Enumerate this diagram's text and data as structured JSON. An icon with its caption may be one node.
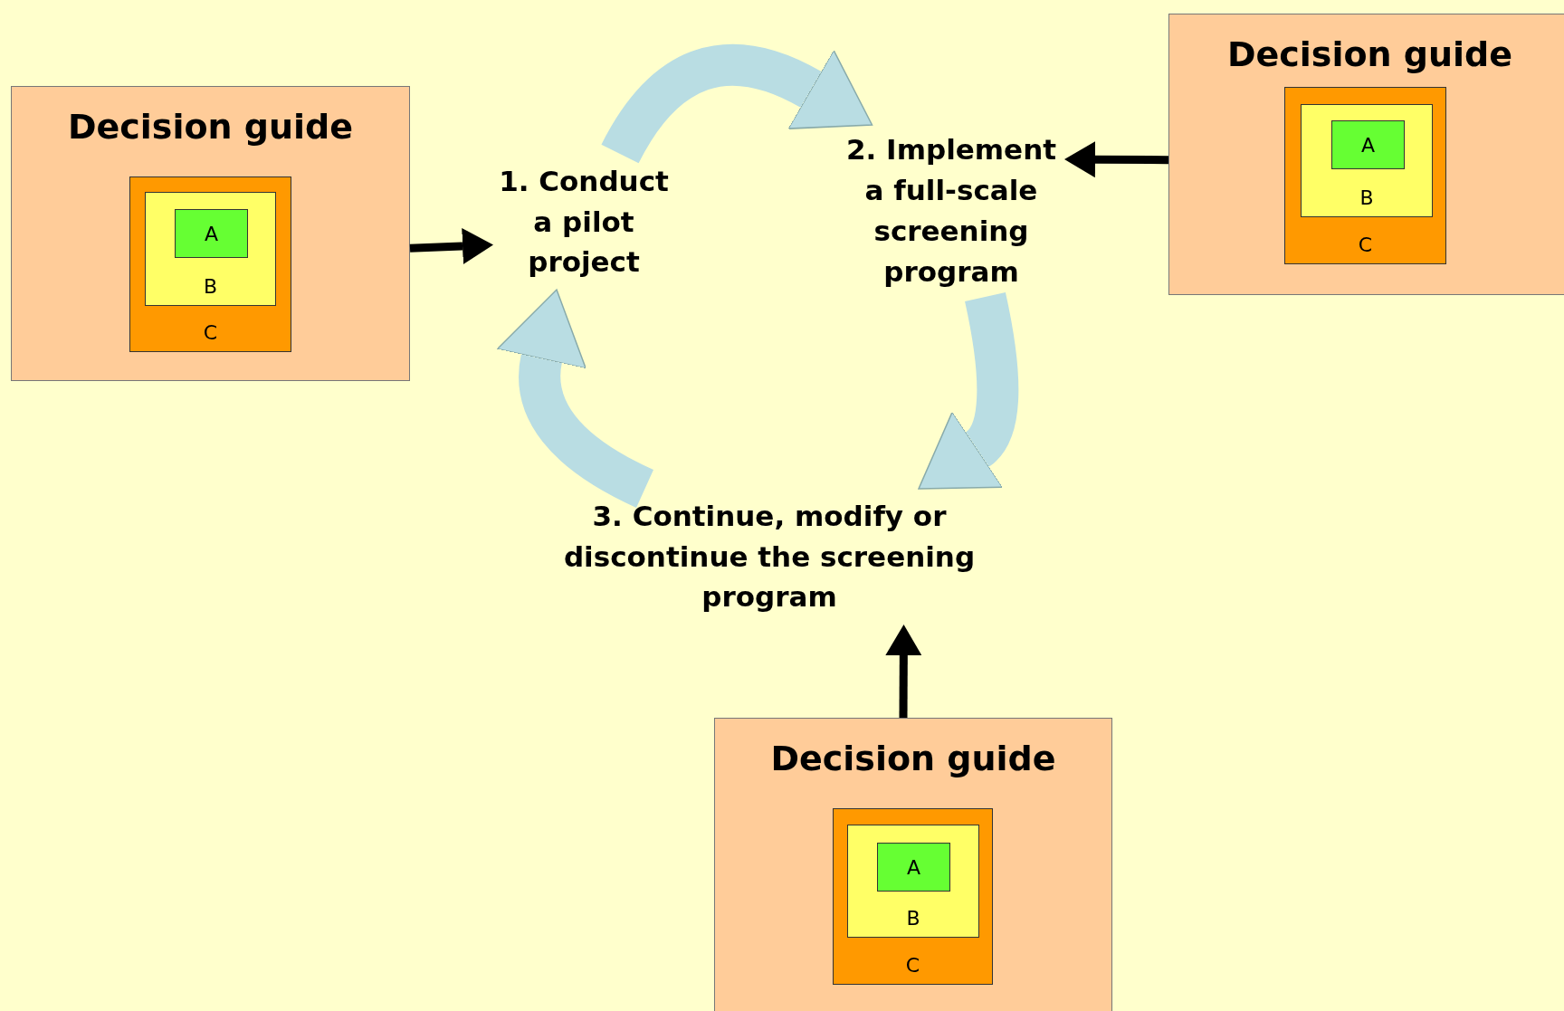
{
  "diagram": {
    "nodes": [
      {
        "text": [
          "Decision guide"
        ]
      },
      {
        "text": [
          "C"
        ],
        "in": 0
      },
      {
        "text": [
          "B"
        ],
        "in": 1
      },
      {
        "text": [
          "A"
        ],
        "in": 2
      },
      {
        "text": [
          "1. Conduct a pilot project"
        ]
      },
      {
        "text": [
          "Decision guide"
        ]
      },
      {
        "text": [
          "C"
        ],
        "in": 5
      },
      {
        "text": [
          "B"
        ],
        "in": 6
      },
      {
        "text": [
          "A"
        ],
        "in": 7
      },
      {
        "text": [
          "2. Implement a full-scale screening program"
        ]
      },
      {
        "text": [
          "3. Continue, modify or discontinue the screening program"
        ]
      },
      {
        "text": [
          "Decision guide"
        ]
      },
      {
        "text": [
          "C"
        ],
        "in": 11
      },
      {
        "text": [
          "B"
        ],
        "in": 12
      },
      {
        "text": [
          "A"
        ],
        "in": 13
      }
    ],
    "edges": [
      {
        "from": 0,
        "to": 4,
        "arrow": "to"
      },
      {
        "from": 5,
        "to": 9,
        "arrow": "to"
      },
      {
        "from": 11,
        "to": 10,
        "arrow": "to"
      },
      {
        "from": 4,
        "to": 9,
        "arrow": "to",
        "style": "thick",
        "color": "#b9dde3"
      },
      {
        "from": 9,
        "to": 10,
        "arrow": "to",
        "style": "thick",
        "color": "#b9dde3"
      },
      {
        "from": 10,
        "to": 4,
        "arrow": "to",
        "style": "thick",
        "color": "#b9dde3"
      }
    ]
  }
}
